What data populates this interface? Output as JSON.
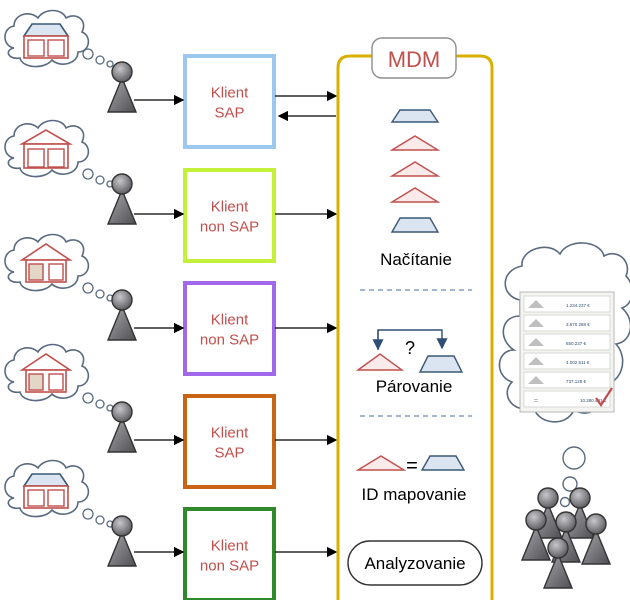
{
  "mdm": {
    "title": "MDM",
    "sections": {
      "loading": "Načítanie",
      "matching": "Párovanie",
      "matching_question": "?",
      "mapping": "ID mapovanie",
      "mapping_equals": "=",
      "analysis": "Analyzovanie"
    }
  },
  "clients": [
    {
      "line1": "Klient",
      "line2": "SAP",
      "color": "#9cc8f0"
    },
    {
      "line1": "Klient",
      "line2": "non SAP",
      "color": "#c4f03a"
    },
    {
      "line1": "Klient",
      "line2": "non SAP",
      "color": "#a168ec"
    },
    {
      "line1": "Klient",
      "line2": "SAP",
      "color": "#c86414"
    },
    {
      "line1": "Klient",
      "line2": "non SAP",
      "color": "#2e8a2a"
    }
  ],
  "report": {
    "values": [
      "1.234.237 €",
      "3.670.288 €",
      "650.237 €",
      "4.002.511 €",
      "737.128 €"
    ],
    "total": "10.280.401 €"
  },
  "colors": {
    "text_red": "#c0504d",
    "mdm_border": "#d9b000",
    "arrow": "#000000",
    "person": "#7a7a7e",
    "dash": "#4a6fa5",
    "trap_fill": "#dbe5f1",
    "trap_stroke": "#3b5875"
  }
}
